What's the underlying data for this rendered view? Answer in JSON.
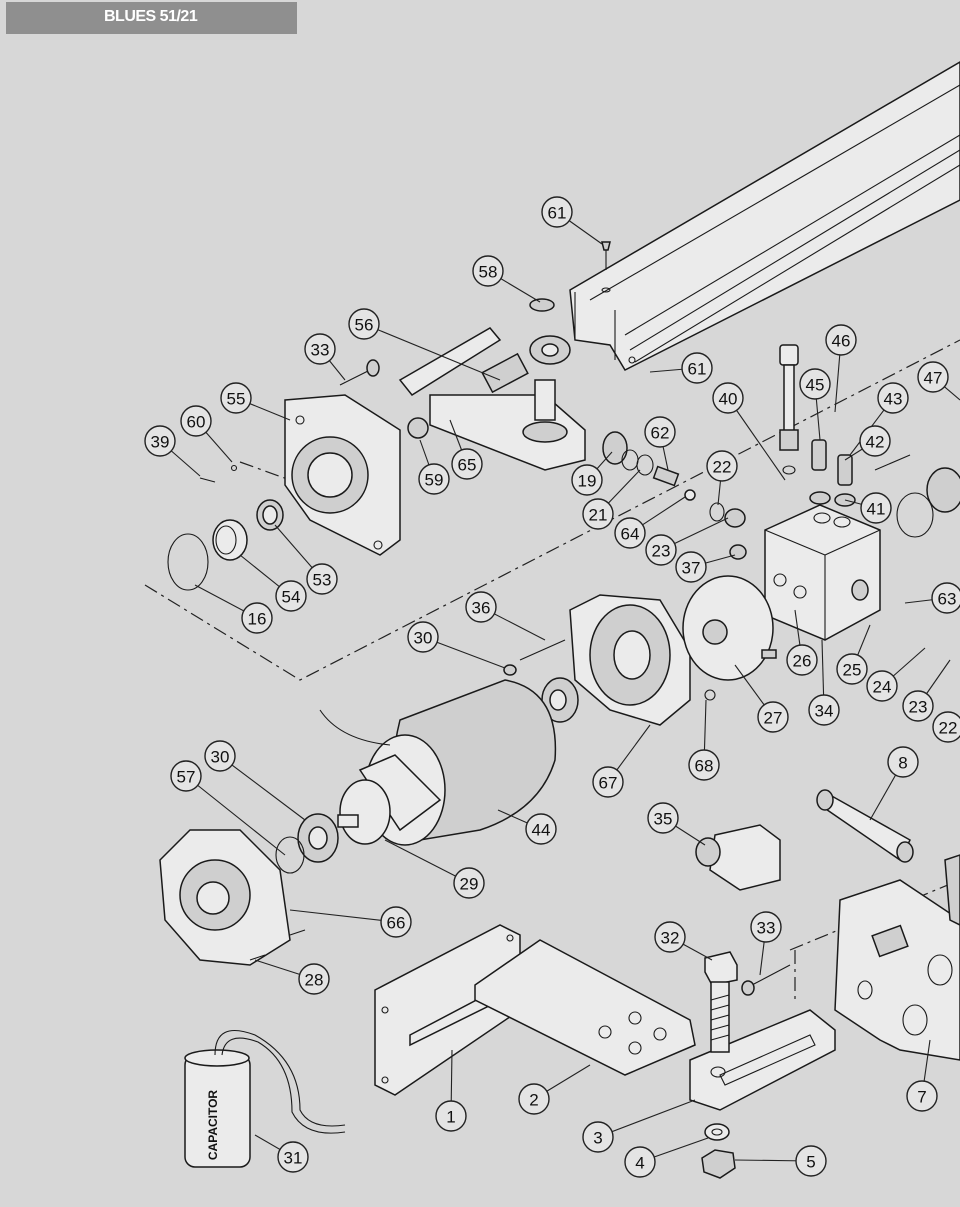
{
  "header": {
    "title": "BLUES 51/21"
  },
  "parts": [
    {
      "n": "61"
    },
    {
      "n": "58"
    },
    {
      "n": "56"
    },
    {
      "n": "33"
    },
    {
      "n": "61"
    },
    {
      "n": "46"
    },
    {
      "n": "47"
    },
    {
      "n": "55"
    },
    {
      "n": "60"
    },
    {
      "n": "39"
    },
    {
      "n": "40"
    },
    {
      "n": "45"
    },
    {
      "n": "43"
    },
    {
      "n": "62"
    },
    {
      "n": "42"
    },
    {
      "n": "19"
    },
    {
      "n": "22"
    },
    {
      "n": "59"
    },
    {
      "n": "65"
    },
    {
      "n": "21"
    },
    {
      "n": "41"
    },
    {
      "n": "64"
    },
    {
      "n": "23"
    },
    {
      "n": "53"
    },
    {
      "n": "54"
    },
    {
      "n": "16"
    },
    {
      "n": "37"
    },
    {
      "n": "63"
    },
    {
      "n": "36"
    },
    {
      "n": "30"
    },
    {
      "n": "26"
    },
    {
      "n": "25"
    },
    {
      "n": "24"
    },
    {
      "n": "23"
    },
    {
      "n": "27"
    },
    {
      "n": "34"
    },
    {
      "n": "22"
    },
    {
      "n": "67"
    },
    {
      "n": "68"
    },
    {
      "n": "8"
    },
    {
      "n": "30"
    },
    {
      "n": "57"
    },
    {
      "n": "44"
    },
    {
      "n": "35"
    },
    {
      "n": "29"
    },
    {
      "n": "66"
    },
    {
      "n": "32"
    },
    {
      "n": "33"
    },
    {
      "n": "28"
    },
    {
      "n": "7"
    },
    {
      "n": "1"
    },
    {
      "n": "2"
    },
    {
      "n": "3"
    },
    {
      "n": "4"
    },
    {
      "n": "5"
    },
    {
      "n": "31"
    }
  ],
  "capacitor_label": "CAPACITOR",
  "colors": {
    "background": "#d7d7d7",
    "header_bg": "#8f8f8f",
    "header_text": "#ffffff",
    "line": "#1a1a1a"
  }
}
